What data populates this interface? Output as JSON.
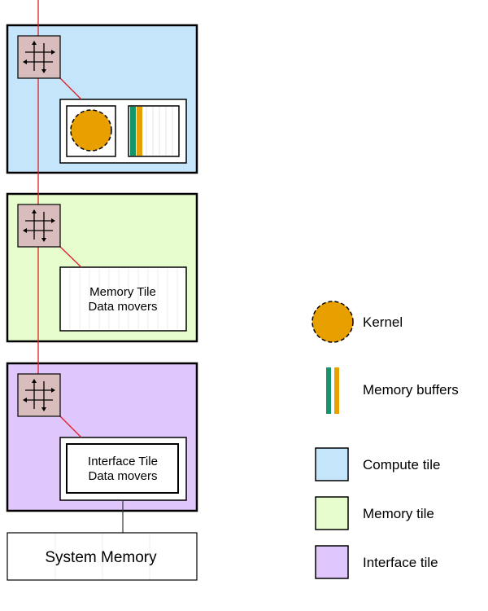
{
  "diagram": {
    "tiles": [
      {
        "name": "Compute tile",
        "fill": "#c5e6fa"
      },
      {
        "name": "Memory tile",
        "fill": "#e6fccd"
      },
      {
        "name": "Interface tile",
        "fill": "#dfc7fb"
      }
    ],
    "memory_tile_label": [
      "Memory Tile",
      "Data movers"
    ],
    "interface_tile_label": [
      "Interface Tile",
      "Data movers"
    ],
    "system_memory_label": "System Memory",
    "switch_color": "#d9bcbc",
    "connection_color": "#e0202a",
    "kernel_color": "#e8a000",
    "buffer_colors": [
      "#15956a",
      "#e8a000"
    ]
  },
  "legend": {
    "kernel": "Kernel",
    "memory_buffers": "Memory buffers",
    "compute_tile": "Compute tile",
    "memory_tile": "Memory tile",
    "interface_tile": "Interface tile"
  }
}
